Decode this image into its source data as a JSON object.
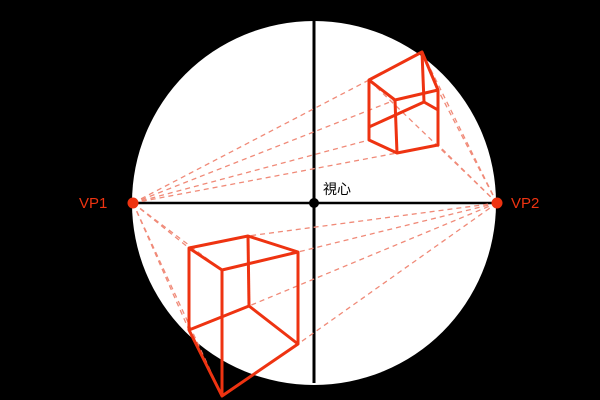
{
  "diagram": {
    "labels": {
      "vp_left": "VP1",
      "vp_right": "VP2",
      "center": "視心"
    },
    "colors": {
      "background": "#000000",
      "circle": "#ffffff",
      "axis": "#000000",
      "accent": "#ee3311",
      "guide": "#f08a78"
    }
  }
}
